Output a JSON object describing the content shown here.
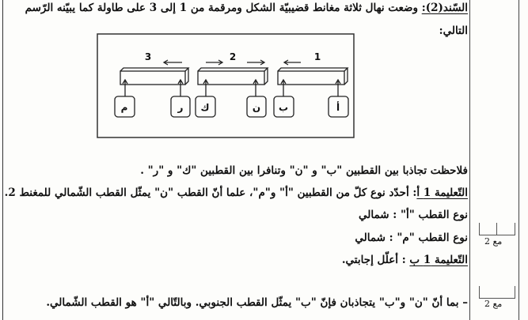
{
  "intro": {
    "label": "السّند(2):",
    "text": " وضعت نهال ثلاثة مغانط قضيبيّة الشكل ومرقمة من 1 إلى 3 على طاولة كما يبيّنه الرّسم",
    "cont": "التالي:"
  },
  "diagram": {
    "magnet_numbers": [
      "1",
      "2",
      "3"
    ],
    "poles": [
      "أ",
      "ب",
      "ن",
      "ك",
      "ر",
      "م"
    ]
  },
  "observation": "فلاحظت تجاذبا بين القطبين \"ب\" و \"ن\" وتنافرا بين القطبين \"ك\" و \"ر\" .",
  "instruction_1a": {
    "label": "التّعليمة 1 أ",
    "text": ": أحدّد نوع كلّ من القطبين \"أ\" و\"م\"، علما أنّ القطب \"ن\" يمثّل القطب الشّمالي للمغنط 2."
  },
  "answer_a": "نوع القطب \"أ\" :  شمالي",
  "answer_m": "نوع القطب \"م\" : شمالي",
  "instruction_1b": {
    "label": "التّعليمة 1 ب",
    "text": " : أعلّل إجابتي."
  },
  "justification": "– بما أنّ \"ن\" و\"ب\" يتجاذبان فإنّ \"ب\" يمثّل القطب الجنوبي. وبالتّالي \"أ\" هو القطب الشّمالي.",
  "marks": [
    "مع 2",
    "مع 2"
  ]
}
